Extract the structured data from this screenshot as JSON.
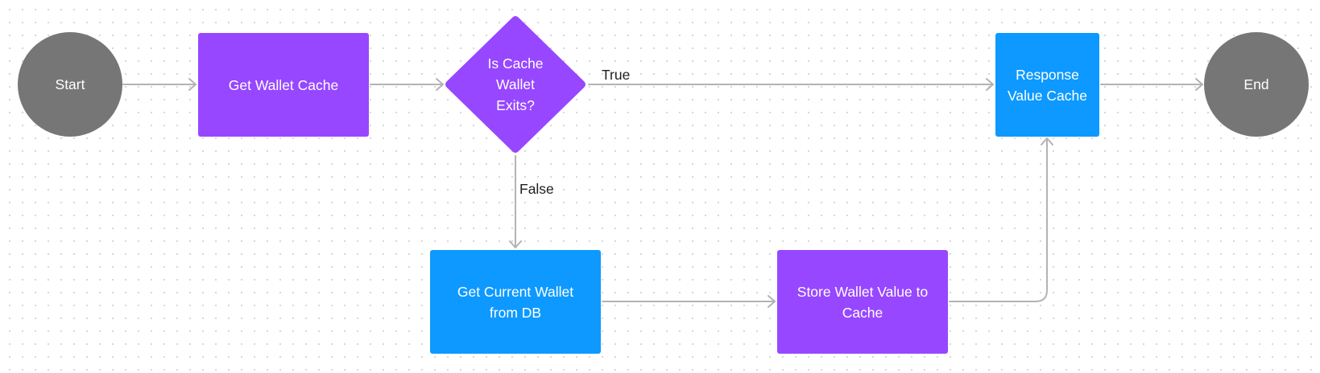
{
  "flowchart": {
    "colors": {
      "terminal": "#767676",
      "process": "#9747ff",
      "data": "#0d99ff",
      "connector": "#b3b3b3"
    },
    "nodes": {
      "start": {
        "label": "Start",
        "shape": "circle"
      },
      "get_wallet_cache": {
        "label": "Get Wallet Cache",
        "shape": "rectangle"
      },
      "is_cache_exists": {
        "label": "Is Cache\nWallet\n Exits?",
        "shape": "diamond"
      },
      "response_value_cache": {
        "label": "Response\nValue Cache",
        "shape": "rectangle"
      },
      "end": {
        "label": "End",
        "shape": "circle"
      },
      "get_current_wallet": {
        "label": "Get Current Wallet\nfrom DB",
        "shape": "rectangle"
      },
      "store_wallet_value": {
        "label": "Store Wallet Value to\nCache",
        "shape": "rectangle"
      }
    },
    "edges": [
      {
        "from": "start",
        "to": "get_wallet_cache",
        "label": ""
      },
      {
        "from": "get_wallet_cache",
        "to": "is_cache_exists",
        "label": ""
      },
      {
        "from": "is_cache_exists",
        "to": "response_value_cache",
        "label": "True"
      },
      {
        "from": "response_value_cache",
        "to": "end",
        "label": ""
      },
      {
        "from": "is_cache_exists",
        "to": "get_current_wallet",
        "label": "False"
      },
      {
        "from": "get_current_wallet",
        "to": "store_wallet_value",
        "label": ""
      },
      {
        "from": "store_wallet_value",
        "to": "response_value_cache",
        "label": ""
      }
    ]
  }
}
